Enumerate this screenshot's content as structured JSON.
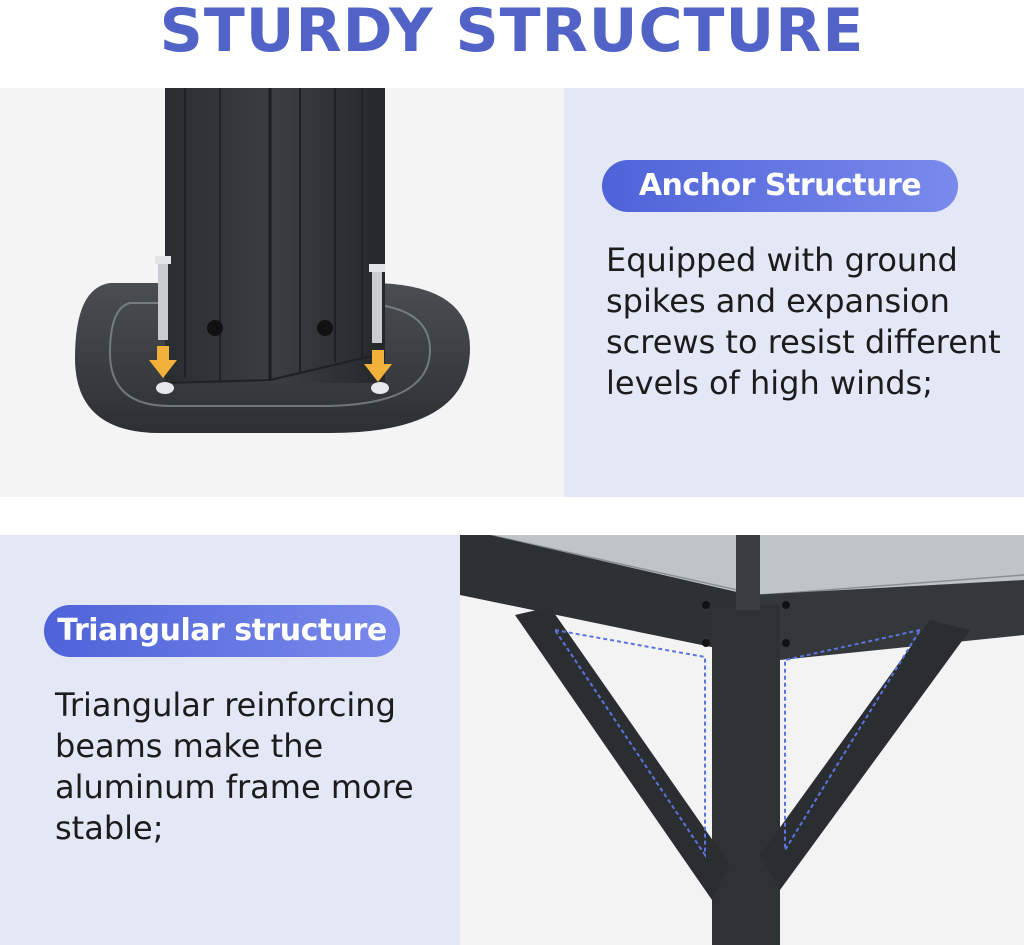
{
  "header": {
    "title": "STURDY STRUCTURE"
  },
  "sections": [
    {
      "heading": "Anchor Structure",
      "description": "Equipped with ground\nspikes and expansion\nscrews to resist different\nlevels of high winds;",
      "image_icon": "post-base-anchor-photo",
      "accent": "#5163c6"
    },
    {
      "heading": "Triangular structure",
      "description": "Triangular reinforcing\nbeams make the\naluminum frame more\nstable;",
      "image_icon": "gazebo-corner-brace-photo",
      "accent": "#5163c6"
    }
  ],
  "colors": {
    "title": "#5163c6",
    "panel_bg": "#e3e7f6",
    "pill_start": "#4e63d8",
    "pill_end": "#7a8aec",
    "arrow": "#f2b13a",
    "frame": "#2e3133"
  }
}
